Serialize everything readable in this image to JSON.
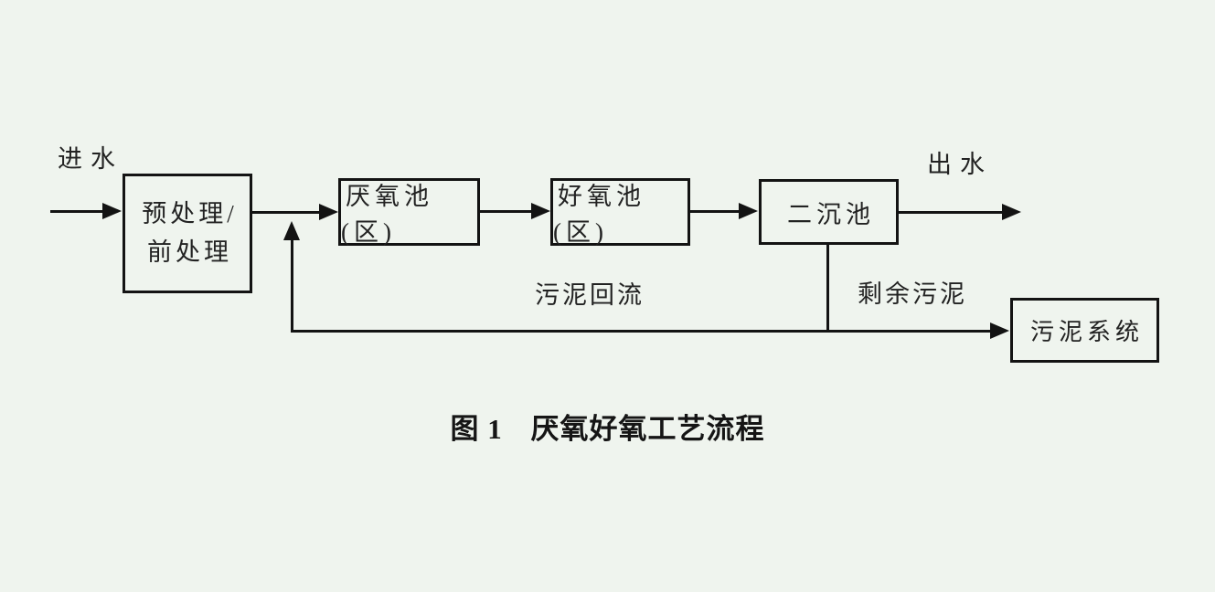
{
  "colors": {
    "background": "#eff4ee",
    "line": "#131313",
    "text": "#222222"
  },
  "diagram": {
    "inflow_label": "进水",
    "outflow_label": "出水",
    "nodes": {
      "pretreatment": {
        "line1": "预处理/",
        "line2": "前处理"
      },
      "anaerobic": {
        "label": "厌氧池(区)"
      },
      "aerobic": {
        "label": "好氧池(区)"
      },
      "clarifier": {
        "label": "二沉池"
      },
      "sludge_system": {
        "label": "污泥系统"
      }
    },
    "flow_labels": {
      "sludge_return": "污泥回流",
      "excess_sludge": "剩余污泥"
    },
    "caption": {
      "prefix": "图 1",
      "title": "厌氧好氧工艺流程"
    }
  }
}
